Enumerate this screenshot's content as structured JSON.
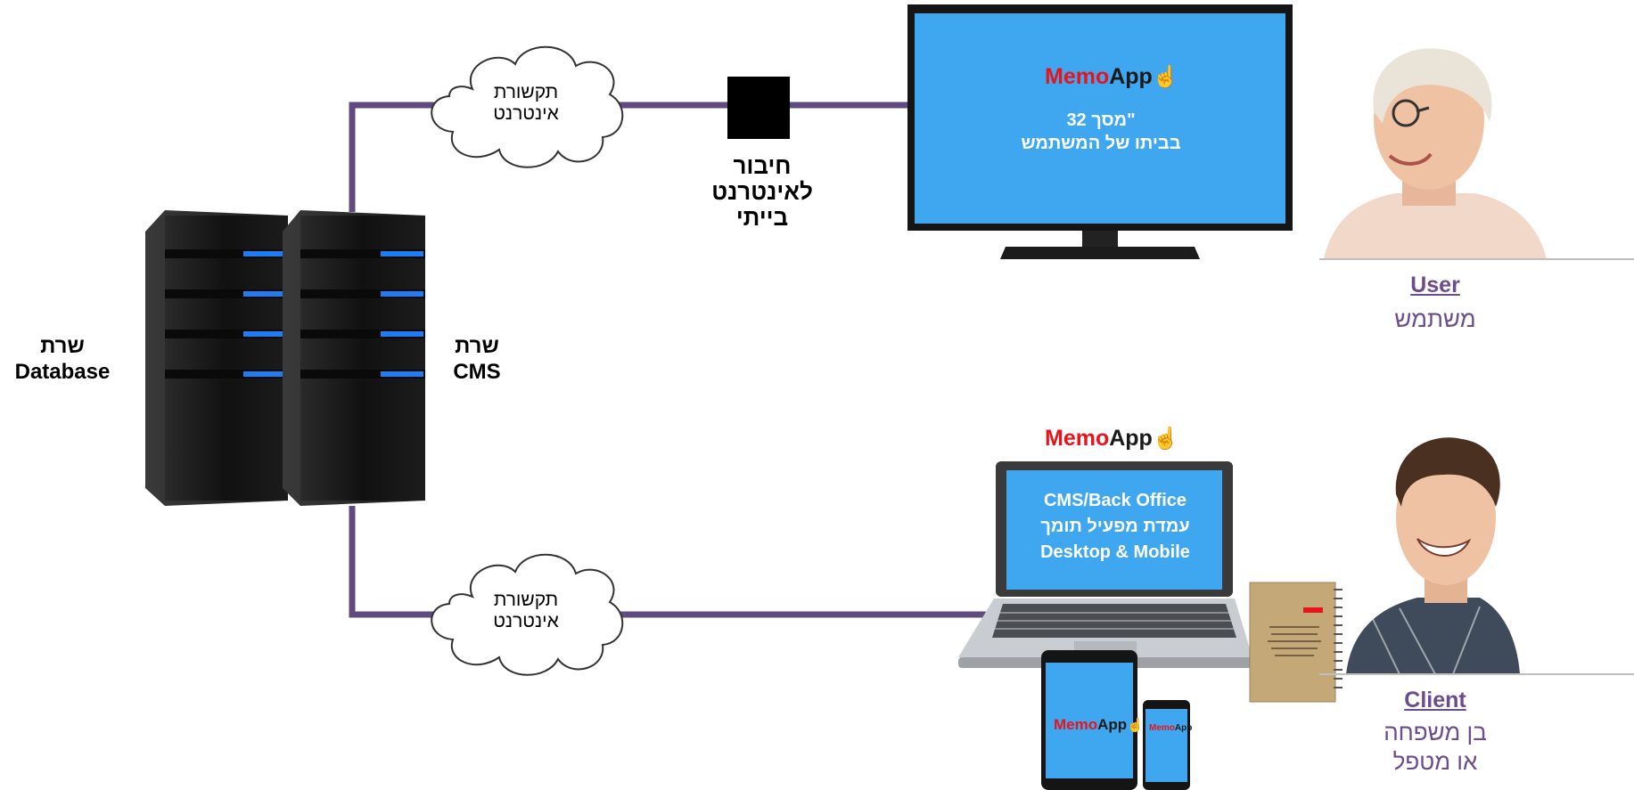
{
  "clouds": {
    "top": [
      "תקשורת",
      "אינטרנט"
    ],
    "bottom": [
      "תקשורת",
      "אינטרנט"
    ]
  },
  "router_label": [
    "חיבור",
    "לאינטרנט",
    "בייתי"
  ],
  "servers": {
    "database": [
      "שרת",
      "Database"
    ],
    "cms": [
      "שרת",
      "CMS"
    ]
  },
  "tv": {
    "brand_memo": "Memo",
    "brand_app": "App",
    "line1": "מסך  32\"",
    "line2": "בביתו של המשתמש"
  },
  "laptop": {
    "brand_memo": "Memo",
    "brand_app": "App",
    "line1": "CMS/Back Office",
    "line2": "עמדת מפעיל תומך",
    "line3": "Desktop & Mobile"
  },
  "tablet": {
    "brand_memo": "Memo",
    "brand_app": "App"
  },
  "phone": {
    "brand_memo": "Memo",
    "brand_app": "App"
  },
  "user": {
    "title": "User",
    "subtitle": "משתמש"
  },
  "client": {
    "title": "Client",
    "line1": "בן משפחה",
    "line2": "או מטפל"
  },
  "colors": {
    "line": "#5f4b80",
    "screen": "#3fa7ef",
    "purple_text": "#6b4c8c"
  }
}
